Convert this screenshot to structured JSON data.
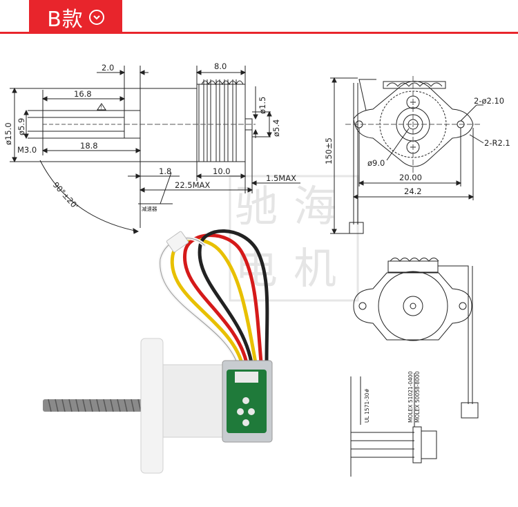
{
  "header": {
    "title": "B款",
    "accent": "#e8252c"
  },
  "side_view": {
    "dims": {
      "d2": "2.0",
      "d8": "8.0",
      "d16_8": "16.8",
      "d15": "ø15.0",
      "d5_9": "ø5.9",
      "d1_5": "ø1.5",
      "d5_4": "ø5.4",
      "m3": "M3.0",
      "d18_8": "18.8",
      "d1_8": "1.8",
      "d10": "10.0",
      "d1_5max": "1.5MAX",
      "d22_5max": "22.5MAX",
      "angle": "90°±20'"
    },
    "note": "减速器",
    "triangle_mark": "!"
  },
  "front_view": {
    "dims": {
      "holes": "2-ø2.10",
      "radius": "2-R2.1",
      "d9": "ø9.0",
      "d20": "20.00",
      "d24_2": "24.2",
      "lead": "150±5"
    }
  },
  "connector": {
    "wire_spec": "UL 1571-30#",
    "molex1": "MOLEX 51021-0400",
    "molex2": "MOLEX 50058-8000"
  },
  "watermark": [
    "驰",
    "海",
    "电",
    "机"
  ]
}
